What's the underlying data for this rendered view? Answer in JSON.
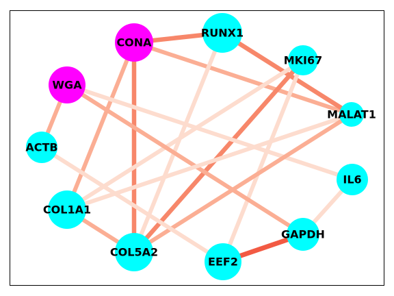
{
  "network": {
    "colors": {
      "protein": "#00FFFF",
      "lectin": "#FF00FF",
      "edge_strong": "#F25A43",
      "edge_medium": "#F7876A",
      "edge_light": "#FBAE94",
      "edge_faint": "#FDDCCE"
    },
    "nodes": [
      {
        "id": "CONA",
        "label": "CONA",
        "type": "lectin"
      },
      {
        "id": "RUNX1",
        "label": "RUNX1",
        "type": "protein"
      },
      {
        "id": "MKI67",
        "label": "MKI67",
        "type": "protein"
      },
      {
        "id": "WGA",
        "label": "WGA",
        "type": "lectin"
      },
      {
        "id": "MALAT1",
        "label": "MALAT1",
        "type": "protein"
      },
      {
        "id": "ACTB",
        "label": "ACTB",
        "type": "protein"
      },
      {
        "id": "IL6",
        "label": "IL6",
        "type": "protein"
      },
      {
        "id": "COL1A1",
        "label": "COL1A1",
        "type": "protein"
      },
      {
        "id": "GAPDH",
        "label": "GAPDH",
        "type": "protein"
      },
      {
        "id": "COL5A2",
        "label": "COL5A2",
        "type": "protein"
      },
      {
        "id": "EEF2",
        "label": "EEF2",
        "type": "protein"
      }
    ],
    "edges": [
      {
        "source": "CONA",
        "target": "RUNX1",
        "strength": "medium"
      },
      {
        "source": "CONA",
        "target": "MALAT1",
        "strength": "light"
      },
      {
        "source": "CONA",
        "target": "COL5A2",
        "strength": "medium"
      },
      {
        "source": "CONA",
        "target": "COL1A1",
        "strength": "light"
      },
      {
        "source": "RUNX1",
        "target": "MALAT1",
        "strength": "medium"
      },
      {
        "source": "RUNX1",
        "target": "COL5A2",
        "strength": "faint"
      },
      {
        "source": "MKI67",
        "target": "COL5A2",
        "strength": "medium"
      },
      {
        "source": "MKI67",
        "target": "COL1A1",
        "strength": "faint"
      },
      {
        "source": "MKI67",
        "target": "EEF2",
        "strength": "faint"
      },
      {
        "source": "WGA",
        "target": "ACTB",
        "strength": "light"
      },
      {
        "source": "WGA",
        "target": "GAPDH",
        "strength": "light"
      },
      {
        "source": "WGA",
        "target": "IL6",
        "strength": "faint"
      },
      {
        "source": "MALAT1",
        "target": "COL1A1",
        "strength": "faint"
      },
      {
        "source": "MALAT1",
        "target": "COL5A2",
        "strength": "light"
      },
      {
        "source": "ACTB",
        "target": "EEF2",
        "strength": "faint"
      },
      {
        "source": "IL6",
        "target": "GAPDH",
        "strength": "faint"
      },
      {
        "source": "COL1A1",
        "target": "COL5A2",
        "strength": "light"
      },
      {
        "source": "GAPDH",
        "target": "EEF2",
        "strength": "strong"
      }
    ]
  }
}
